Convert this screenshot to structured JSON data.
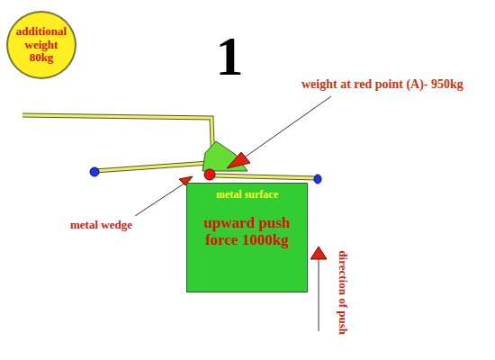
{
  "diagram": {
    "nodes": [
      {
        "text": [
          "additional weight 80kg"
        ]
      },
      {
        "text": [
          "metal surface",
          "upward push force 1000kg"
        ]
      }
    ],
    "labels": [
      "1",
      "weight at red point (A)- 950kg",
      "metal wedge",
      "direction of push"
    ]
  }
}
